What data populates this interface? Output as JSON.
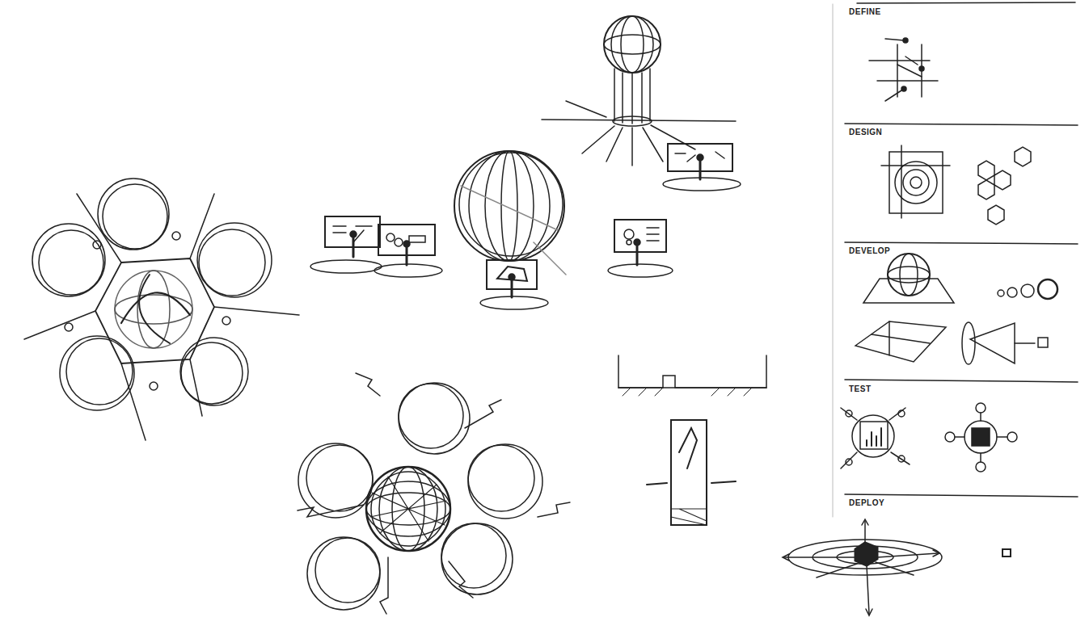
{
  "diagram": {
    "labels": [
      "DEFINE",
      "DESIGN",
      "DEVELOP",
      "TEST",
      "DEPLOY"
    ]
  }
}
